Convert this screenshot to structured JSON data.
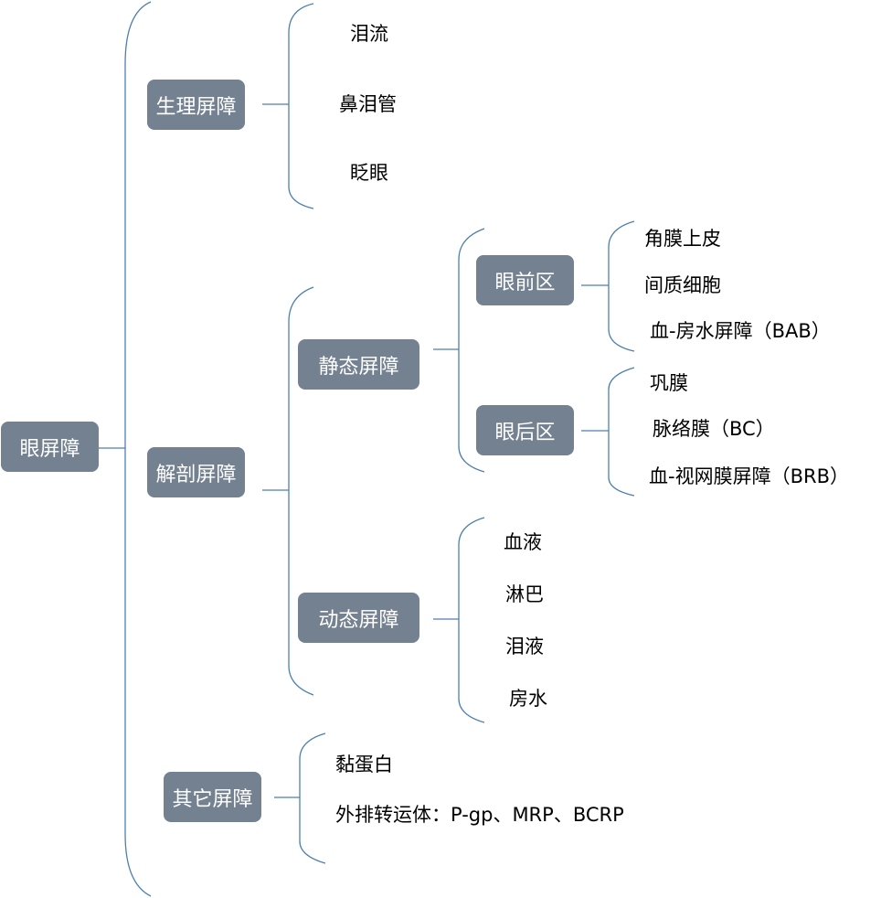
{
  "root": {
    "label": "眼屏障"
  },
  "physiological": {
    "label": "生理屏障",
    "items": [
      "泪流",
      "鼻泪管",
      "眨眼"
    ]
  },
  "anatomical": {
    "label": "解剖屏障",
    "static": {
      "label": "静态屏障",
      "anterior": {
        "label": "眼前区",
        "items": [
          "角膜上皮",
          "间质细胞",
          "血-房水屏障（BAB）"
        ]
      },
      "posterior": {
        "label": "眼后区",
        "items": [
          "巩膜",
          "脉络膜（BC）",
          "血-视网膜屏障（BRB）"
        ]
      }
    },
    "dynamic": {
      "label": "动态屏障",
      "items": [
        "血液",
        "淋巴",
        "泪液",
        "房水"
      ]
    }
  },
  "other": {
    "label": "其它屏障",
    "items": [
      "黏蛋白",
      "外排转运体：P-gp、MRP、BCRP"
    ]
  },
  "colors": {
    "node": "#748191",
    "line": "#4d7fae",
    "node_text": "#ffffff",
    "leaf_text": "#000000"
  }
}
